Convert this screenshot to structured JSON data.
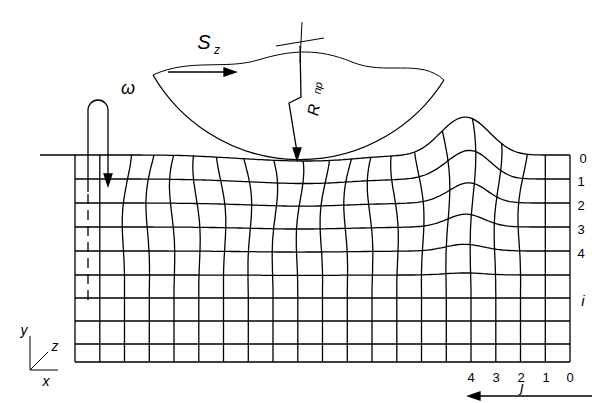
{
  "diagram": {
    "labels": [
      "S",
      "z",
      "ω",
      "R",
      "пр",
      "0",
      "1",
      "2",
      "3",
      "4",
      "i",
      "y",
      "z",
      "x",
      "4",
      "3",
      "2",
      "1",
      "0",
      "j"
    ]
  }
}
